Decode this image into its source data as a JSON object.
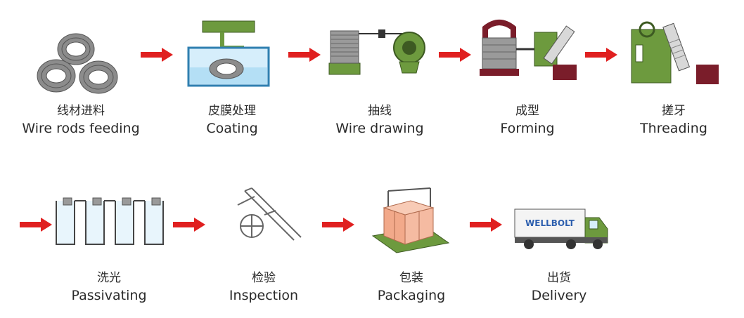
{
  "steps": [
    {
      "cn": "线材进料",
      "en": "Wire rods feeding"
    },
    {
      "cn": "皮膜处理",
      "en": "Coating"
    },
    {
      "cn": "抽线",
      "en": "Wire drawing"
    },
    {
      "cn": "成型",
      "en": "Forming"
    },
    {
      "cn": "搓牙",
      "en": "Threading"
    },
    {
      "cn": "洗光",
      "en": "Passivating"
    },
    {
      "cn": "检验",
      "en": "Inspection"
    },
    {
      "cn": "包装",
      "en": "Packaging"
    },
    {
      "cn": "出货",
      "en": "Delivery"
    }
  ],
  "truck_logo": "WELLBOLT",
  "colors": {
    "arrow": "#e02020",
    "machine_green": "#6d9a3e",
    "dark_red": "#7a1d2a",
    "box_orange": "#f2a98a",
    "blue_logo": "#2d5fae"
  }
}
